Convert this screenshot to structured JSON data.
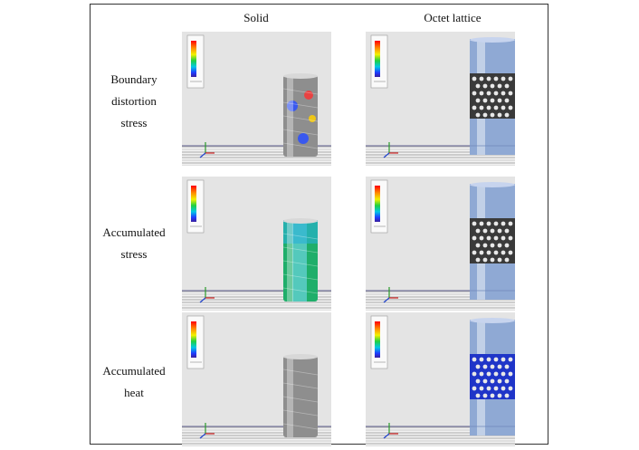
{
  "columns": [
    "Solid",
    "Octet lattice"
  ],
  "rows": [
    {
      "label_lines": [
        "Boundary",
        "distortion",
        "stress"
      ],
      "variant": "distortion"
    },
    {
      "label_lines": [
        "Accumulated",
        "stress"
      ],
      "variant": "accumulated_stress"
    },
    {
      "label_lines": [
        "Accumulated",
        "heat"
      ],
      "variant": "accumulated_heat"
    }
  ],
  "colors": {
    "viewport_bg": "#e4e4e4",
    "solid_gray": "#8e8e8e",
    "solid_green": "#1fae6a",
    "lattice_cylinder": "#8fa9d4",
    "lattice_mesh": "#3a3a3a",
    "heat_blue": "#1f35c8"
  },
  "icons": [
    "color-legend-bar",
    "axis-triad-icon",
    "build-plate",
    "cylinder-part"
  ]
}
